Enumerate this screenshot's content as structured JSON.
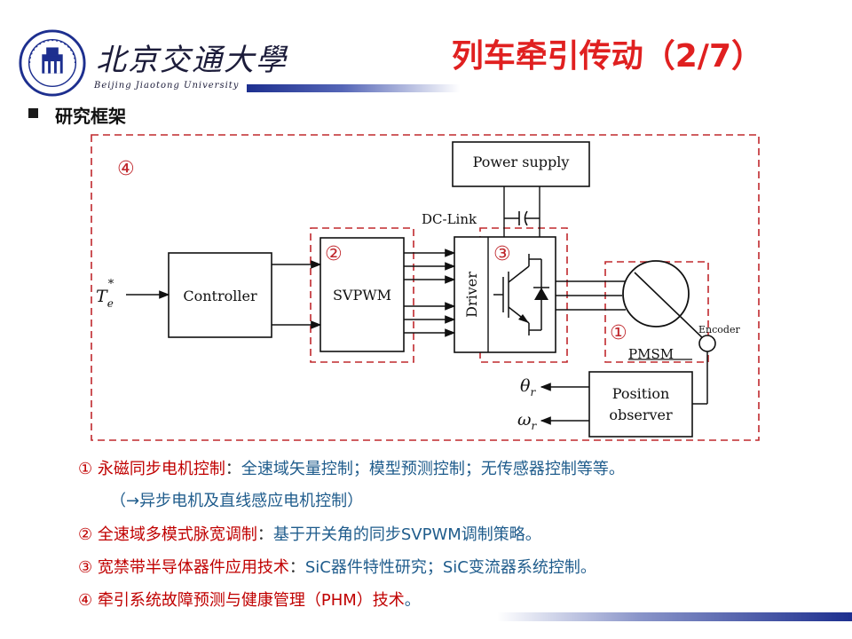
{
  "header": {
    "university_cn": "北京交通大學",
    "university_en": "Beijing Jiaotong University",
    "title": "列车牵引传动（2/7）"
  },
  "section": {
    "title": "研究框架"
  },
  "diagram": {
    "block_power_supply": "Power supply",
    "dc_link": "DC-Link",
    "block_controller": "Controller",
    "block_svpwm": "SVPWM",
    "block_driver": "Driver",
    "block_position_observer_line1": "Position",
    "block_position_observer_line2": "observer",
    "motor": "PMSM",
    "encoder": "Encoder",
    "input_torque": "T",
    "input_torque_sub": "e",
    "input_torque_sup": "*",
    "output_theta": "θ",
    "output_theta_sub": "r",
    "output_omega": "ω",
    "output_omega_sub": "r",
    "marker_1": "①",
    "marker_2": "②",
    "marker_3": "③",
    "marker_4": "④",
    "colors": {
      "dashed_box": "#c0282d",
      "lines": "#1a1a1a"
    }
  },
  "notes": [
    {
      "num": "①",
      "key": "永磁同步电机控制",
      "sep": "：",
      "text": "全速域矢量控制；模型预测控制；无传感器控制等等。"
    },
    {
      "num": "",
      "key": "",
      "sep": "",
      "text": "（→异步电机及直线感应电机控制）"
    },
    {
      "num": "②",
      "key": "全速域多模式脉宽调制",
      "sep": "：",
      "text": "基于开关角的同步SVPWM调制策略。"
    },
    {
      "num": "③",
      "key": "宽禁带半导体器件应用技术",
      "sep": "：",
      "text": "SiC器件特性研究；SiC变流器系统控制。"
    },
    {
      "num": "④",
      "key": "牵引系统故障预测与健康管理（PHM）技术",
      "sep": "",
      "text": "。"
    }
  ],
  "colors": {
    "title": "#e02020",
    "key_text": "#c00000",
    "body_text": "#1f5c8c",
    "brand_blue": "#1d2f8f"
  }
}
